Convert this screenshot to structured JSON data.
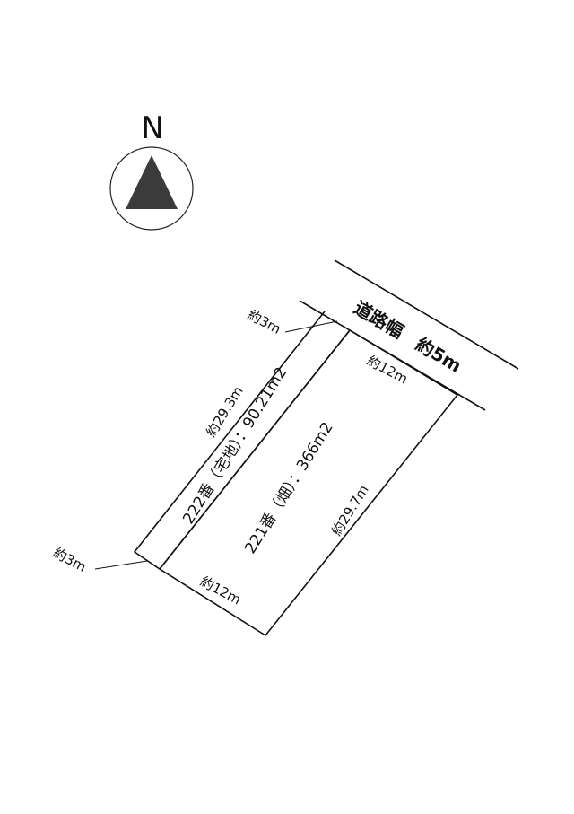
{
  "compass": {
    "label": "N",
    "icon": "north-arrow-icon"
  },
  "road": {
    "label": "道路幅　約5m"
  },
  "dimensions": {
    "strip_width_top": "約3m",
    "strip_width_bottom": "約3m",
    "strip_length": "約29.3m",
    "front_width": "約12m",
    "rear_width": "約12m",
    "side_length": "約29.7m"
  },
  "parcels": {
    "parcel_222": "222番（宅地）：90.21m2",
    "parcel_221": "221番（畑）：366m2"
  },
  "colors": {
    "ink": "#111111",
    "compass_fill": "#3b3b3b"
  }
}
